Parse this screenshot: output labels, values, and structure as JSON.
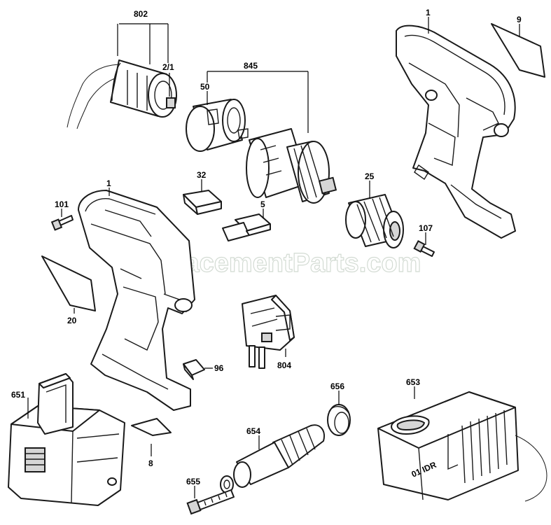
{
  "watermark": "eReplacementParts.com",
  "callouts": {
    "c802": "802",
    "c2_1": "2/1",
    "c50": "50",
    "c845": "845",
    "c1_top": "1",
    "c9": "9",
    "c32": "32",
    "c1_left": "1",
    "c25": "25",
    "c101": "101",
    "c5": "5",
    "c107": "107",
    "c20": "20",
    "c804": "804",
    "c96": "96",
    "c651": "651",
    "c656": "656",
    "c653": "653",
    "c654": "654",
    "c8": "8",
    "c655": "655"
  },
  "charger_marking": "01 IDR"
}
